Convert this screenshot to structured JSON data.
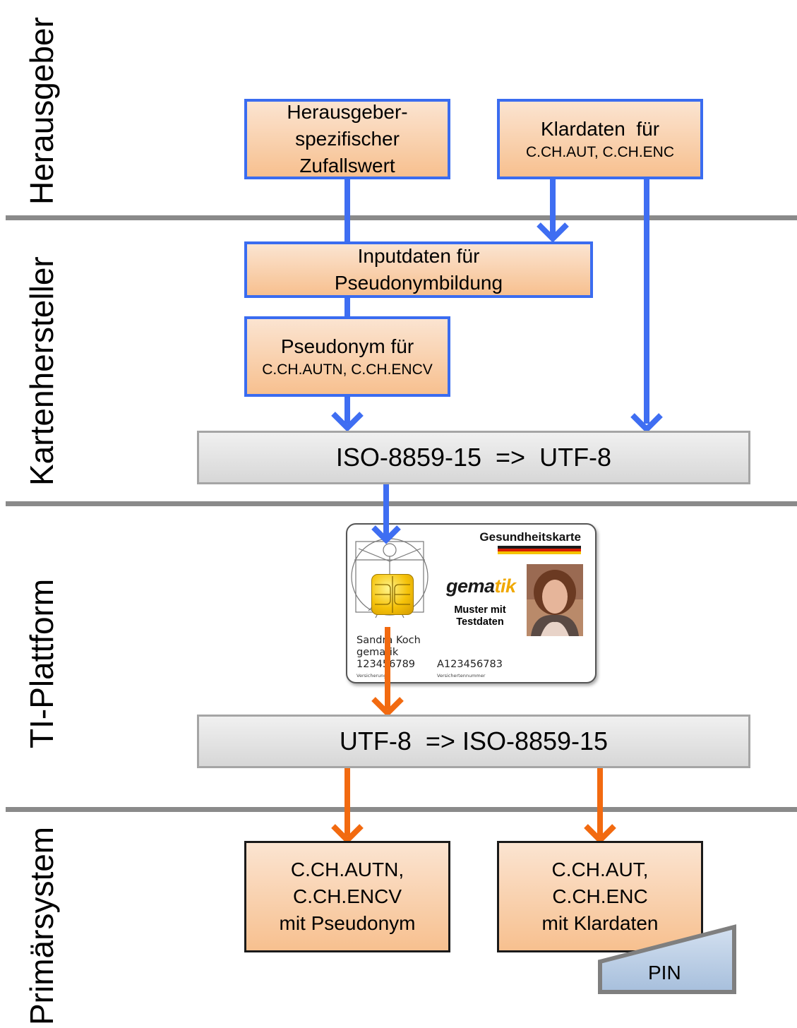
{
  "lanes": {
    "herausgeber": "Herausgeber",
    "kartenhersteller": "Kartenhersteller",
    "ti_plattform": "TI-Plattform",
    "primaersystem": "Primärsystem"
  },
  "boxes": {
    "zufallswert": [
      "Herausgeber-",
      "spezifischer",
      "Zufallswert"
    ],
    "klardaten": {
      "title": "Klardaten  für",
      "sub": "C.CH.AUT, C.CH.ENC"
    },
    "inputdaten": [
      "Inputdaten für",
      "Pseudonymbildung"
    ],
    "pseudonym": {
      "title": "Pseudonym für",
      "sub": "C.CH.AUTN, C.CH.ENCV"
    },
    "iso_to_utf": "ISO-8859-15  =>  UTF-8",
    "utf_to_iso": "UTF-8  => ISO-8859-15",
    "out_pseudonym": [
      "C.CH.AUTN,",
      "C.CH.ENCV",
      "mit Pseudonym"
    ],
    "out_klardaten": [
      "C.CH.AUT,",
      "C.CH.ENC",
      "mit Klardaten"
    ],
    "pin": "PIN"
  },
  "card": {
    "title": "Gesundheitskarte",
    "logo_a": "gema",
    "logo_b": "tik",
    "muster": [
      "Muster mit",
      "Testdaten"
    ],
    "name": "Sandra Koch",
    "org": "gematik",
    "number_left": "123456789",
    "number_right": "A123456783",
    "label_left": "Versicherung",
    "label_right": "Versichertennummer"
  },
  "colors": {
    "blue_border": "#3a6cf0",
    "blue_arrow": "#3f6ef2",
    "orange_arrow": "#f26a10",
    "box_fill_top": "#fbe4d1",
    "box_fill_bottom": "#f7c08f",
    "divider": "#8a8a8a"
  }
}
